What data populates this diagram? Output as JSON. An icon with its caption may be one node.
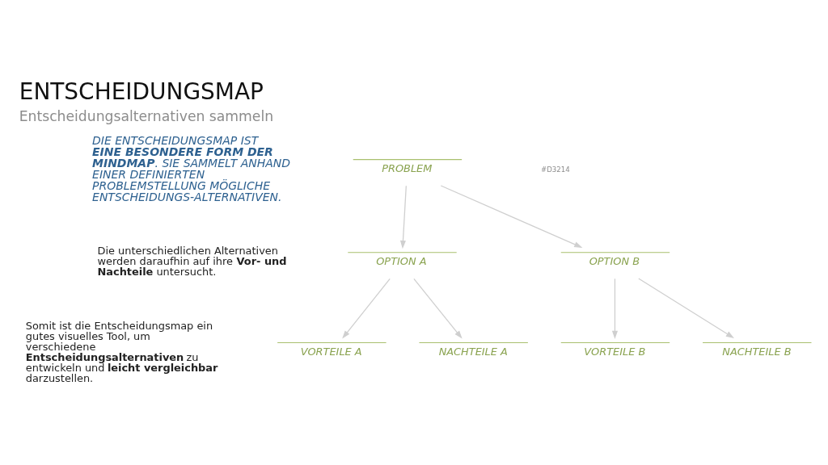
{
  "diagram": {
    "title": "ENTSCHEIDUNGSMAP",
    "caption": "Entscheidungsalternativen sammeln",
    "nodes": [
      {
        "text": [
          "PROBLEM"
        ]
      },
      {
        "text": [
          "OPTION A"
        ]
      },
      {
        "text": [
          "OPTION B"
        ]
      },
      {
        "text": [
          "VORTEILE A"
        ]
      },
      {
        "text": [
          "NACHTEILE A"
        ]
      },
      {
        "text": [
          "VORTEILE B"
        ]
      },
      {
        "text": [
          "NACHTEILE B"
        ]
      }
    ],
    "edges": [
      {
        "from": 0,
        "to": 1,
        "arrow": "to"
      },
      {
        "from": 0,
        "to": 2,
        "arrow": "to"
      },
      {
        "from": 1,
        "to": 3,
        "arrow": "to"
      },
      {
        "from": 1,
        "to": 4,
        "arrow": "to"
      },
      {
        "from": 2,
        "to": 5,
        "arrow": "to"
      },
      {
        "from": 2,
        "to": 6,
        "arrow": "to"
      }
    ],
    "labels": [
      "#D3214",
      "DIE ENTSCHEIDUNGSMAP IST **EINE BESONDERE FORM DER MINDMAP**. SIE SAMMELT ANHAND EINER DEFINIERTEN PROBLEMSTELLUNG MÖGLICHE ENTSCHEIDUNGS-ALTERNATIVEN.",
      "Die unterschiedlichen Alternativen werden daraufhin auf ihre **Vor- und Nachteile** untersucht.",
      "Somit ist die Entscheidungsmap ein gutes visuelles Tool, um verschiedene **Entscheidungsalternativen** zu entwickeln und **leicht vergleichbar** darzustellen."
    ]
  }
}
